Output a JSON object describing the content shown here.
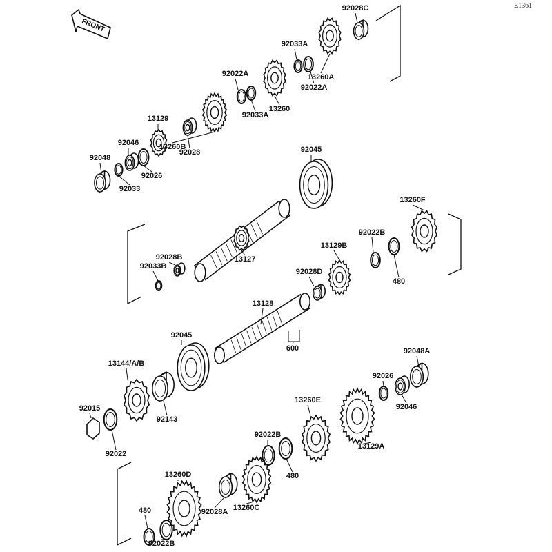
{
  "diagram_code": "E1361",
  "front_arrow": "FRONT",
  "labels": [
    "92028C",
    "92033A",
    "92022A",
    "13260A",
    "92022A",
    "13260",
    "92033A",
    "13129",
    "13260B",
    "92046",
    "92028",
    "92048",
    "92026",
    "92033",
    "92045",
    "13260F",
    "92022B",
    "13129B",
    "92028B",
    "92033B",
    "13127",
    "92028D",
    "480",
    "13128",
    "600",
    "92045",
    "13144/A/B",
    "92048A",
    "92026",
    "92046",
    "13260E",
    "92015",
    "92143",
    "92022",
    "92022B",
    "13129A",
    "480",
    "13260D",
    "92028A",
    "13260C",
    "480",
    "92022B"
  ]
}
